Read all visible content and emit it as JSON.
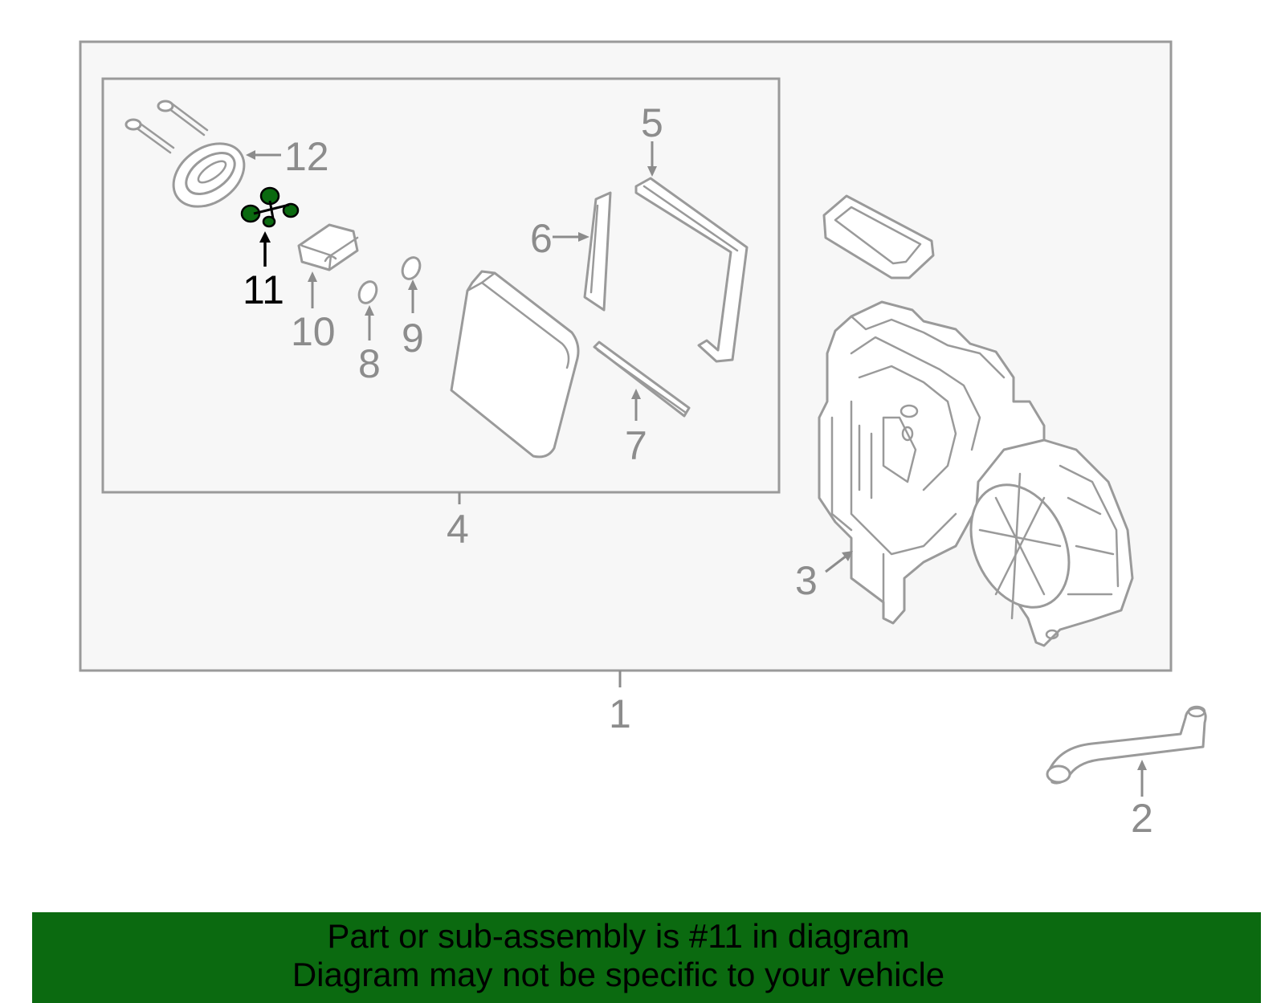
{
  "callouts": {
    "c1": "1",
    "c2": "2",
    "c3": "3",
    "c4": "4",
    "c5": "5",
    "c6": "6",
    "c7": "7",
    "c8": "8",
    "c9": "9",
    "c10": "10",
    "c11": "11",
    "c12": "12"
  },
  "highlight": {
    "callout": "11",
    "color": "#0b6a10"
  },
  "colors": {
    "line": "#9a9a9a",
    "label": "#8c8c8c",
    "panel": "#f7f7f7",
    "banner": "#0b6a10"
  },
  "banner": {
    "line1": "Part or sub-assembly is #11 in diagram",
    "line2": "Diagram may not be specific to your vehicle"
  }
}
